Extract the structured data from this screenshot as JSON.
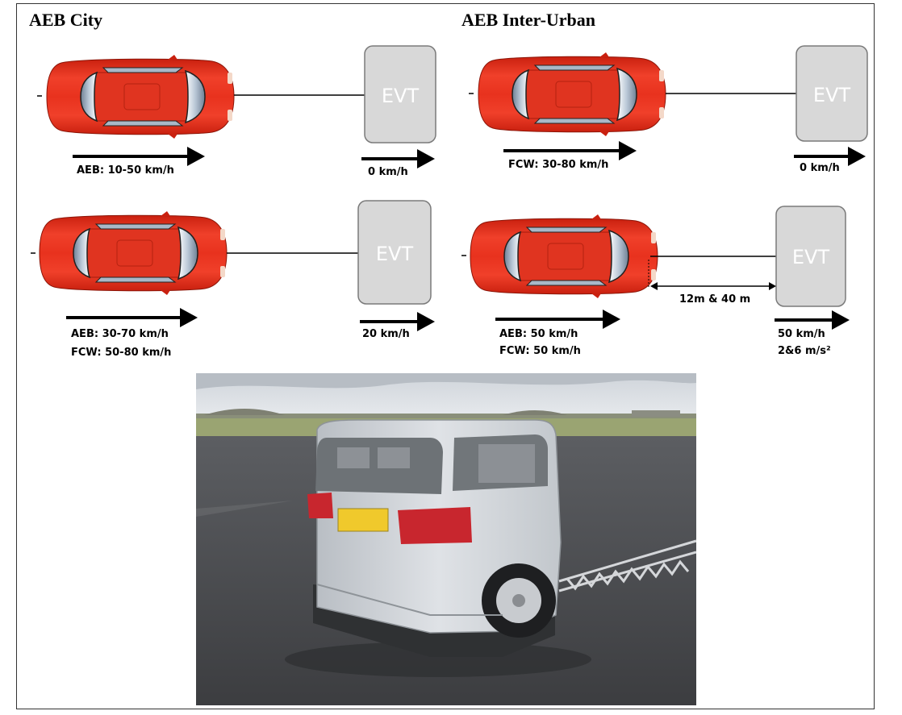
{
  "sections": {
    "city_title": "AEB City",
    "interurban_title": "AEB Inter-Urban"
  },
  "evt_label": "EVT",
  "scenarios": {
    "city_top": {
      "subject_speed": "AEB: 10-50 km/h",
      "target_speed": "0 km/h"
    },
    "interurban_top": {
      "subject_speed": "FCW: 30-80 km/h",
      "target_speed": "0 km/h"
    },
    "city_bottom": {
      "subject_speed_line1": "AEB: 30-70 km/h",
      "subject_speed_line2": "FCW: 50-80 km/h",
      "target_speed": "20 km/h"
    },
    "interurban_bottom": {
      "subject_speed_line1": "AEB: 50 km/h",
      "subject_speed_line2": "FCW: 50 km/h",
      "gap": "12m & 40 m",
      "target_speed": "50 km/h",
      "target_decel": "2&6 m/s²"
    }
  },
  "colors": {
    "car_body": "#e8321e",
    "car_dark": "#b81e10",
    "evt_box": "#d8d8d8",
    "evt_border": "#7a7a7a"
  }
}
